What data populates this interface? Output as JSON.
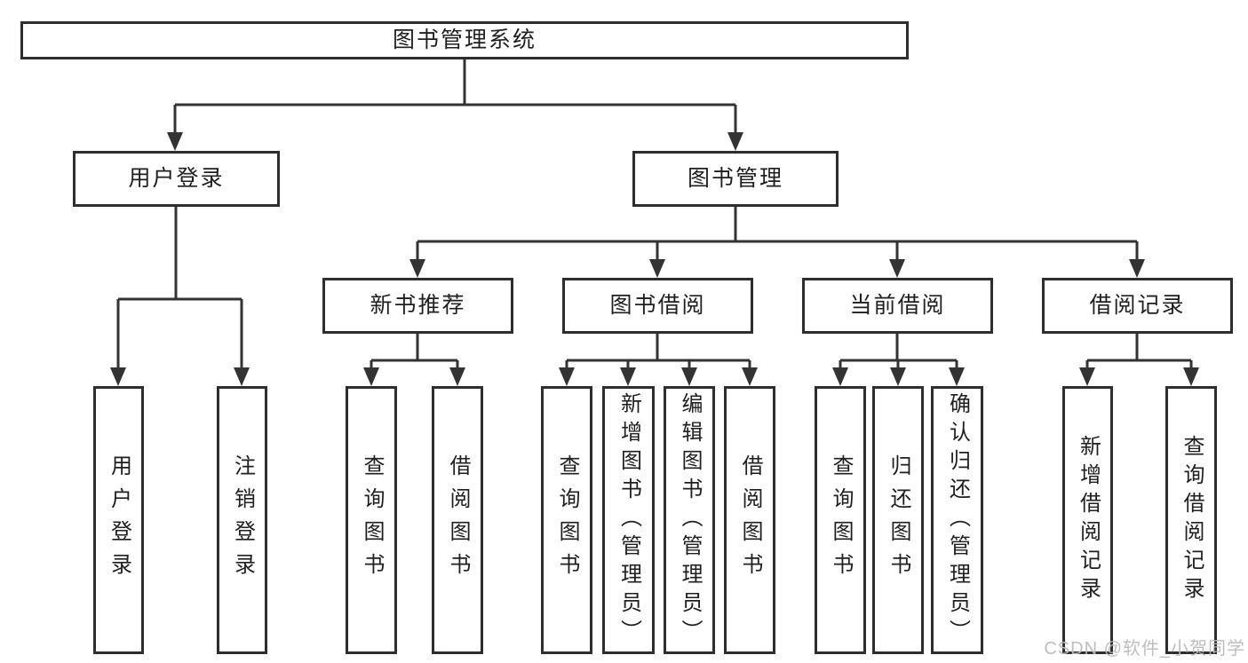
{
  "tree": {
    "label": "图书管理系统",
    "children": [
      {
        "label": "用户登录",
        "children": [
          {
            "label": "用户登录"
          },
          {
            "label": "注销登录"
          }
        ]
      },
      {
        "label": "图书管理",
        "children": [
          {
            "label": "新书推荐",
            "children": [
              {
                "label": "查询图书"
              },
              {
                "label": "借阅图书"
              }
            ]
          },
          {
            "label": "图书借阅",
            "children": [
              {
                "label": "查询图书"
              },
              {
                "label": "新增图书（管理员）"
              },
              {
                "label": "编辑图书（管理员）"
              },
              {
                "label": "借阅图书"
              }
            ]
          },
          {
            "label": "当前借阅",
            "children": [
              {
                "label": "查询图书"
              },
              {
                "label": "归还图书"
              },
              {
                "label": "确认归还（管理员）"
              }
            ]
          },
          {
            "label": "借阅记录",
            "children": [
              {
                "label": "新增借阅记录"
              },
              {
                "label": "查询借阅记录"
              }
            ]
          }
        ]
      }
    ]
  },
  "watermark": "CSDN @软件_小贺同学",
  "colors": {
    "line": "#333333",
    "box_border": "#2e2e2e",
    "text": "#1f1f1f",
    "watermark": "#bababa",
    "background": "#ffffff"
  }
}
